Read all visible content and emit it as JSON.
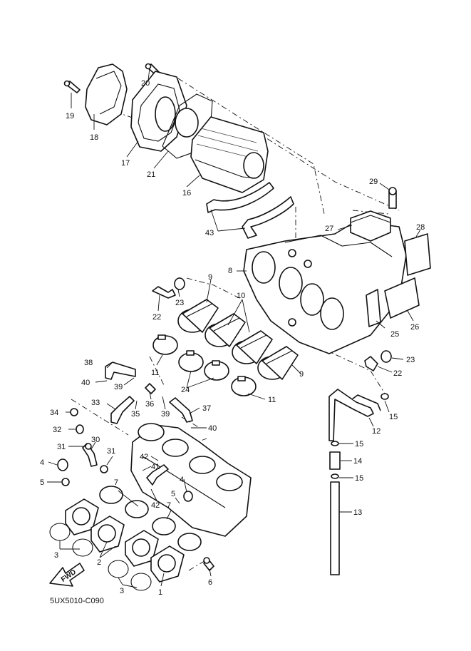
{
  "diagram": {
    "part_code": "5UX5010-C090",
    "fwd_label": "FWD",
    "callouts": [
      {
        "id": "c19",
        "label": "19"
      },
      {
        "id": "c20",
        "label": "20"
      },
      {
        "id": "c18",
        "label": "18"
      },
      {
        "id": "c17",
        "label": "17"
      },
      {
        "id": "c21",
        "label": "21"
      },
      {
        "id": "c16",
        "label": "16"
      },
      {
        "id": "c29",
        "label": "29"
      },
      {
        "id": "c28",
        "label": "28"
      },
      {
        "id": "c27",
        "label": "27"
      },
      {
        "id": "c43",
        "label": "43"
      },
      {
        "id": "c8",
        "label": "8"
      },
      {
        "id": "c9a",
        "label": "9"
      },
      {
        "id": "c23a",
        "label": "23"
      },
      {
        "id": "c10",
        "label": "10"
      },
      {
        "id": "c22a",
        "label": "22"
      },
      {
        "id": "c25",
        "label": "25"
      },
      {
        "id": "c26",
        "label": "26"
      },
      {
        "id": "c23b",
        "label": "23"
      },
      {
        "id": "c22b",
        "label": "22"
      },
      {
        "id": "c11a",
        "label": "11"
      },
      {
        "id": "c38",
        "label": "38"
      },
      {
        "id": "c9b",
        "label": "9"
      },
      {
        "id": "c40a",
        "label": "40"
      },
      {
        "id": "c39a",
        "label": "39"
      },
      {
        "id": "c24",
        "label": "24"
      },
      {
        "id": "c11b",
        "label": "11"
      },
      {
        "id": "c33",
        "label": "33"
      },
      {
        "id": "c36",
        "label": "36"
      },
      {
        "id": "c37",
        "label": "37"
      },
      {
        "id": "c15a",
        "label": "15"
      },
      {
        "id": "c34",
        "label": "34"
      },
      {
        "id": "c35",
        "label": "35"
      },
      {
        "id": "c39b",
        "label": "39"
      },
      {
        "id": "c12",
        "label": "12"
      },
      {
        "id": "c32",
        "label": "32"
      },
      {
        "id": "c40b",
        "label": "40"
      },
      {
        "id": "c30",
        "label": "30"
      },
      {
        "id": "c15b",
        "label": "15"
      },
      {
        "id": "c31a",
        "label": "31"
      },
      {
        "id": "c31b",
        "label": "31"
      },
      {
        "id": "c42a",
        "label": "42"
      },
      {
        "id": "c14",
        "label": "14"
      },
      {
        "id": "c4a",
        "label": "4"
      },
      {
        "id": "c41",
        "label": "41"
      },
      {
        "id": "c15c",
        "label": "15"
      },
      {
        "id": "c5a",
        "label": "5"
      },
      {
        "id": "c4b",
        "label": "4"
      },
      {
        "id": "c7a",
        "label": "7"
      },
      {
        "id": "c5b",
        "label": "5"
      },
      {
        "id": "c42b",
        "label": "42"
      },
      {
        "id": "c7b",
        "label": "7"
      },
      {
        "id": "c13",
        "label": "13"
      },
      {
        "id": "c3a",
        "label": "3"
      },
      {
        "id": "c2",
        "label": "2"
      },
      {
        "id": "c6",
        "label": "6"
      },
      {
        "id": "c3b",
        "label": "3"
      },
      {
        "id": "c1",
        "label": "1"
      }
    ]
  }
}
